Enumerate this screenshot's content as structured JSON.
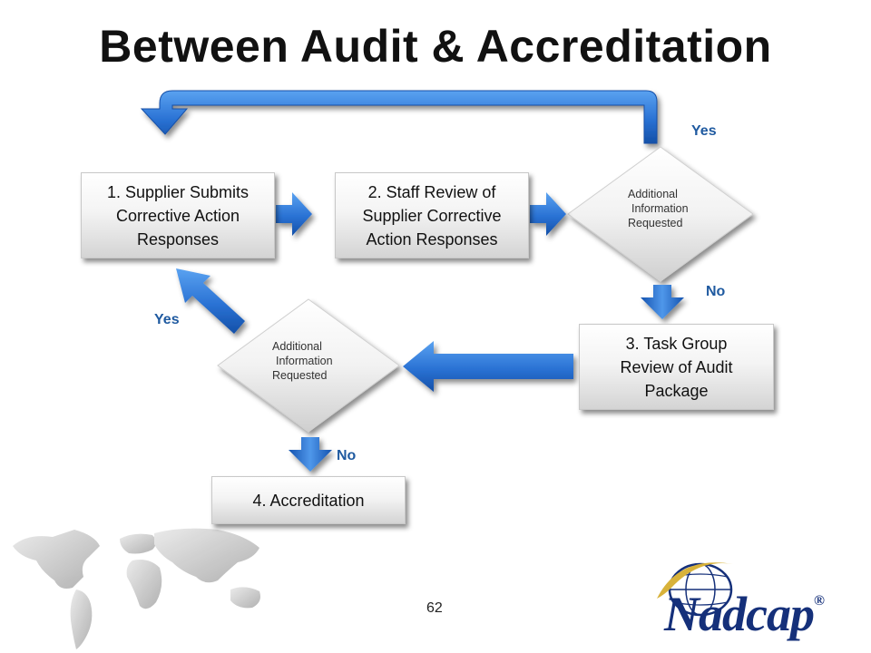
{
  "title": "Between Audit & Accreditation",
  "nodes": {
    "step1": {
      "lines": [
        "1. Supplier Submits",
        "Corrective Action",
        "Responses"
      ]
    },
    "step2": {
      "lines": [
        "2. Staff Review of",
        "Supplier Corrective",
        "Action Responses"
      ]
    },
    "step3": {
      "lines": [
        "3. Task Group",
        "Review of Audit",
        "Package"
      ]
    },
    "step4": {
      "lines": [
        "4. Accreditation"
      ]
    },
    "decision1": {
      "lines": [
        "Additional",
        "Information",
        "Requested"
      ]
    },
    "decision2": {
      "lines": [
        "Additional",
        "Information",
        "Requested"
      ]
    }
  },
  "edge_labels": {
    "d1_yes": "Yes",
    "d1_no": "No",
    "d2_yes": "Yes",
    "d2_no": "No"
  },
  "page_number": "62",
  "logo": {
    "text": "Nadcap",
    "registered": "®"
  },
  "colors": {
    "arrow_blue": "#1e63c6",
    "arrow_light": "#4f97ea",
    "label_blue": "#1f5aa0",
    "logo_navy": "#15307a",
    "logo_gold": "#d8b23a"
  }
}
